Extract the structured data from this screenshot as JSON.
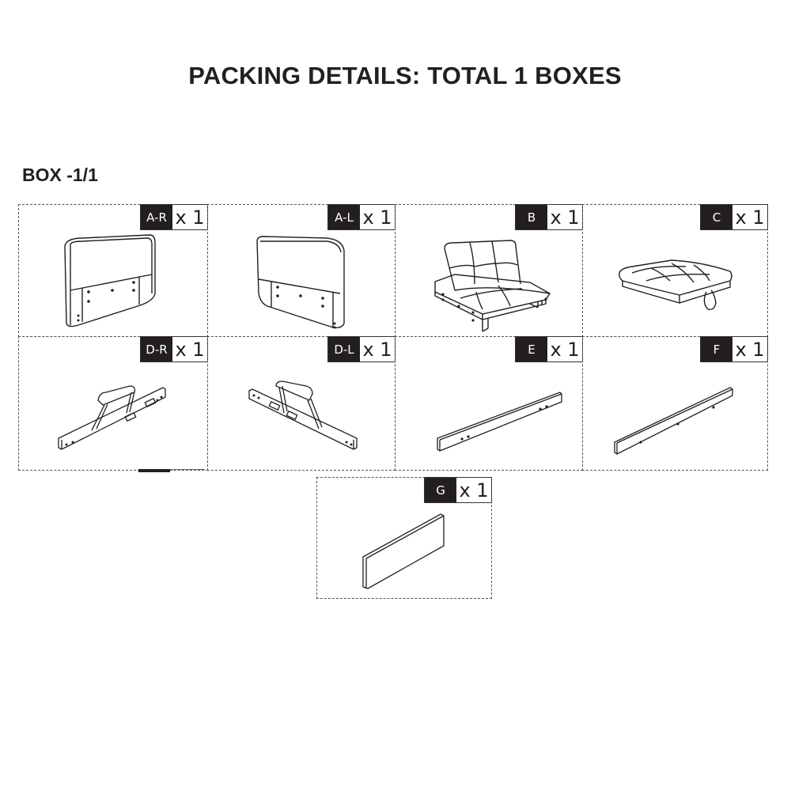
{
  "page": {
    "title": "PACKING DETAILS: TOTAL 1 BOXES",
    "box_label": "BOX -1/1"
  },
  "parts": [
    {
      "code": "A-R",
      "qty": "x 1",
      "name": "right side panel"
    },
    {
      "code": "A-L",
      "qty": "x 1",
      "name": "left side panel"
    },
    {
      "code": "B",
      "qty": "x 1",
      "name": "sofa seat and backrest"
    },
    {
      "code": "C",
      "qty": "x 1",
      "name": "tufted cushion"
    },
    {
      "code": "D-R",
      "qty": "x 1",
      "name": "right mechanism rail"
    },
    {
      "code": "D-L",
      "qty": "x 1",
      "name": "left mechanism rail"
    },
    {
      "code": "E",
      "qty": "x 1",
      "name": "rail with four holes"
    },
    {
      "code": "F",
      "qty": "x 1",
      "name": "rail with three holes"
    },
    {
      "code": "G",
      "qty": "x 1",
      "name": "board panel"
    }
  ]
}
